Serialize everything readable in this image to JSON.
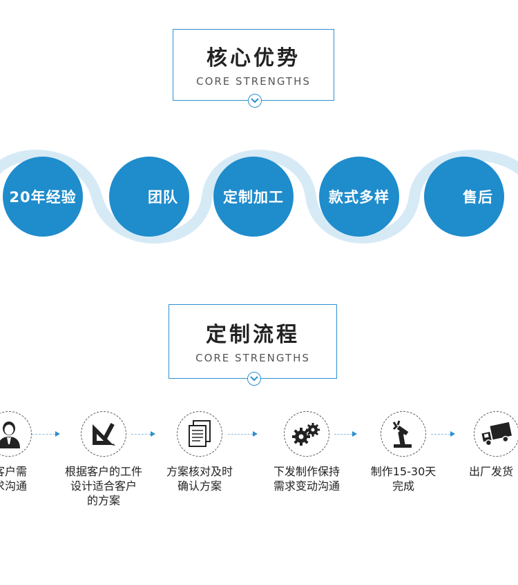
{
  "section1": {
    "title_zh": "核心优势",
    "title_en": "CORE STRENGTHS"
  },
  "strengths": [
    {
      "label": "20年经验"
    },
    {
      "label": "团队"
    },
    {
      "label": "定制加工"
    },
    {
      "label": "款式多样"
    },
    {
      "label": "售后"
    }
  ],
  "section2": {
    "title_zh": "定制流程",
    "title_en": "CORE STRENGTHS"
  },
  "process": [
    {
      "line1": "客户需",
      "line2": "求沟通",
      "line3": "",
      "icon": "person-icon"
    },
    {
      "line1": "根据客户的工件",
      "line2": "设计适合客户",
      "line3": "的方案",
      "icon": "design-tools-icon"
    },
    {
      "line1": "方案核对及时",
      "line2": "确认方案",
      "line3": "",
      "icon": "documents-icon"
    },
    {
      "line1": "下发制作保持",
      "line2": "需求变动沟通",
      "line3": "",
      "icon": "gears-icon"
    },
    {
      "line1": "制作15-30天",
      "line2": "完成",
      "line3": "",
      "icon": "robot-arm-icon"
    },
    {
      "line1": "出厂发货",
      "line2": "",
      "line3": "",
      "icon": "truck-icon"
    }
  ],
  "colors": {
    "accent": "#1f8ccc",
    "wave": "#d6eaf6",
    "border": "#2b8fcf"
  }
}
